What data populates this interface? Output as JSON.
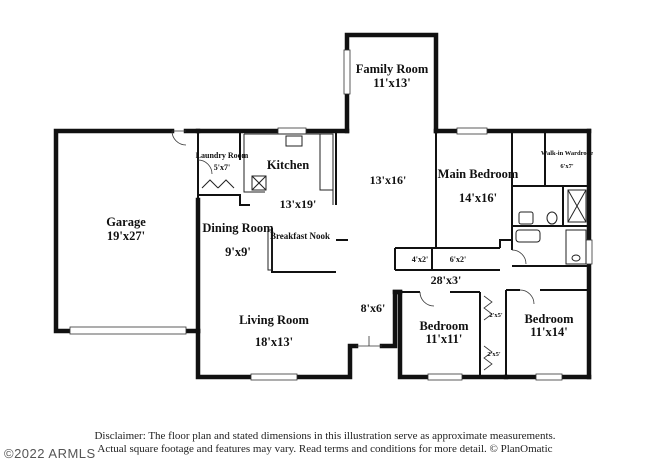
{
  "rooms": {
    "family": {
      "name": "Family Room",
      "dim": "11'x13'"
    },
    "kitchen": {
      "name": "Kitchen"
    },
    "laundry": {
      "name": "Laundry Room",
      "dim": "5'x7'"
    },
    "garage": {
      "name": "Garage",
      "dim": "19'x27'"
    },
    "kitchen_dim": "13'x19'",
    "hall_dim": "13'x16'",
    "dining": {
      "name": "Dining Room",
      "dim": "9'x9'"
    },
    "breakfast": {
      "name": "Breakfast Nook"
    },
    "main_bedroom": {
      "name": "Main Bedroom",
      "dim": "14'x16'"
    },
    "walkin": {
      "name": "Walk-in Wardrobe",
      "dim": "6'x7'"
    },
    "closet_a": "4'x2'",
    "closet_b": "6'x2'",
    "hallway_dim": "28'x3'",
    "entry_dim": "8'x6'",
    "living": {
      "name": "Living Room",
      "dim": "18'x13'"
    },
    "bedroom2": {
      "name": "Bedroom",
      "dim": "11'x11'"
    },
    "bedroom3": {
      "name": "Bedroom",
      "dim": "11'x14'"
    },
    "closet_c": "2'x5'",
    "closet_d": "2'x5'"
  },
  "disclaimer": {
    "line1": "Disclaimer: The floor plan and stated dimensions in this illustration serve as approximate measurements.",
    "line2": "Actual square footage and features may vary. Read terms and conditions for more detail. © PlanOmatic"
  },
  "watermark": "©2022 ARMLS"
}
